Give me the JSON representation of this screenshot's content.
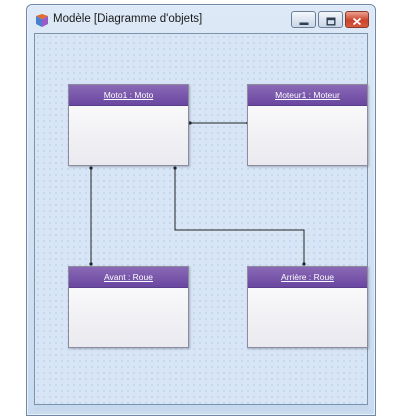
{
  "window": {
    "title": "Modèle [Diagramme d'objets]"
  },
  "icons": {
    "app": "model-icon",
    "minimize": "minimize-icon",
    "maximize": "maximize-icon",
    "close": "close-icon"
  },
  "objects": {
    "moto1": {
      "label": "Moto1 : Moto"
    },
    "moteur1": {
      "label": "Moteur1 : Moteur"
    },
    "avant": {
      "label": "Avant : Roue"
    },
    "arriere": {
      "label": "Arrière : Roue"
    }
  },
  "colors": {
    "object_header": "#6a47a0",
    "canvas": "#d7e5f6",
    "close_button": "#c9452c"
  }
}
